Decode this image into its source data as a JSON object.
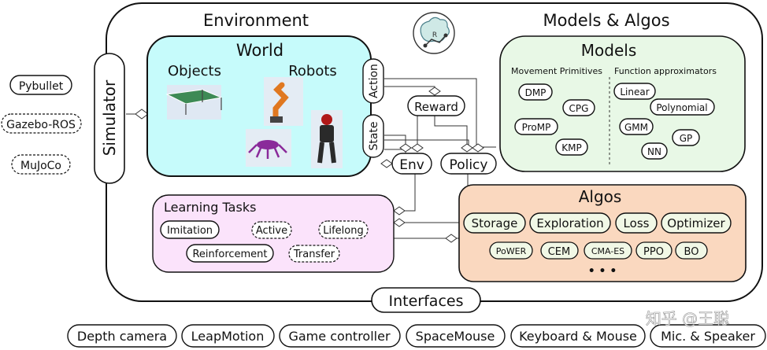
{
  "environment": {
    "title": "Environment",
    "simulator": "Simulator",
    "world": {
      "title": "World",
      "objects": "Objects",
      "robots": "Robots",
      "action": "Action",
      "state": "State"
    },
    "reward": "Reward",
    "env": "Env",
    "policy": "Policy",
    "learning_tasks": {
      "title": "Learning Tasks",
      "items": [
        "Imitation",
        "Active",
        "Lifelong",
        "Reinforcement",
        "Transfer"
      ]
    },
    "interfaces": "Interfaces"
  },
  "simulators": [
    "Pybullet",
    "Gazebo-ROS",
    "MuJoCo"
  ],
  "models_algos": {
    "title": "Models & Algos",
    "models": {
      "title": "Models",
      "movement_primitives": {
        "title": "Movement Primitives",
        "items": [
          "DMP",
          "CPG",
          "ProMP",
          "KMP"
        ]
      },
      "function_approximators": {
        "title": "Function approximators",
        "items": [
          "Linear",
          "Polynomial",
          "GMM",
          "GP",
          "NN"
        ]
      }
    },
    "algos": {
      "title": "Algos",
      "row1": [
        "Storage",
        "Exploration",
        "Loss",
        "Optimizer"
      ],
      "row2": [
        "PoWER",
        "CEM",
        "CMA-ES",
        "PPO",
        "BO"
      ],
      "ellipsis": "• • •"
    }
  },
  "devices": [
    "Depth camera",
    "LeapMotion",
    "Game controller",
    "SpaceMouse",
    "Keyboard & Mouse",
    "Mic. & Speaker"
  ],
  "watermark": "知乎 @王聪",
  "colors": {
    "world_fill": "#c6fbfb",
    "models_fill": "#e8f8e6",
    "algos_fill": "#fad8bf",
    "tasks_fill": "#fbe3fb",
    "algo_pill_fill": "#f1f8e6"
  },
  "icons": [
    "brain-robot-logo-icon",
    "ping-pong-table-image",
    "robot-arm-image",
    "hexapod-robot-image",
    "humanoid-robot-image"
  ]
}
